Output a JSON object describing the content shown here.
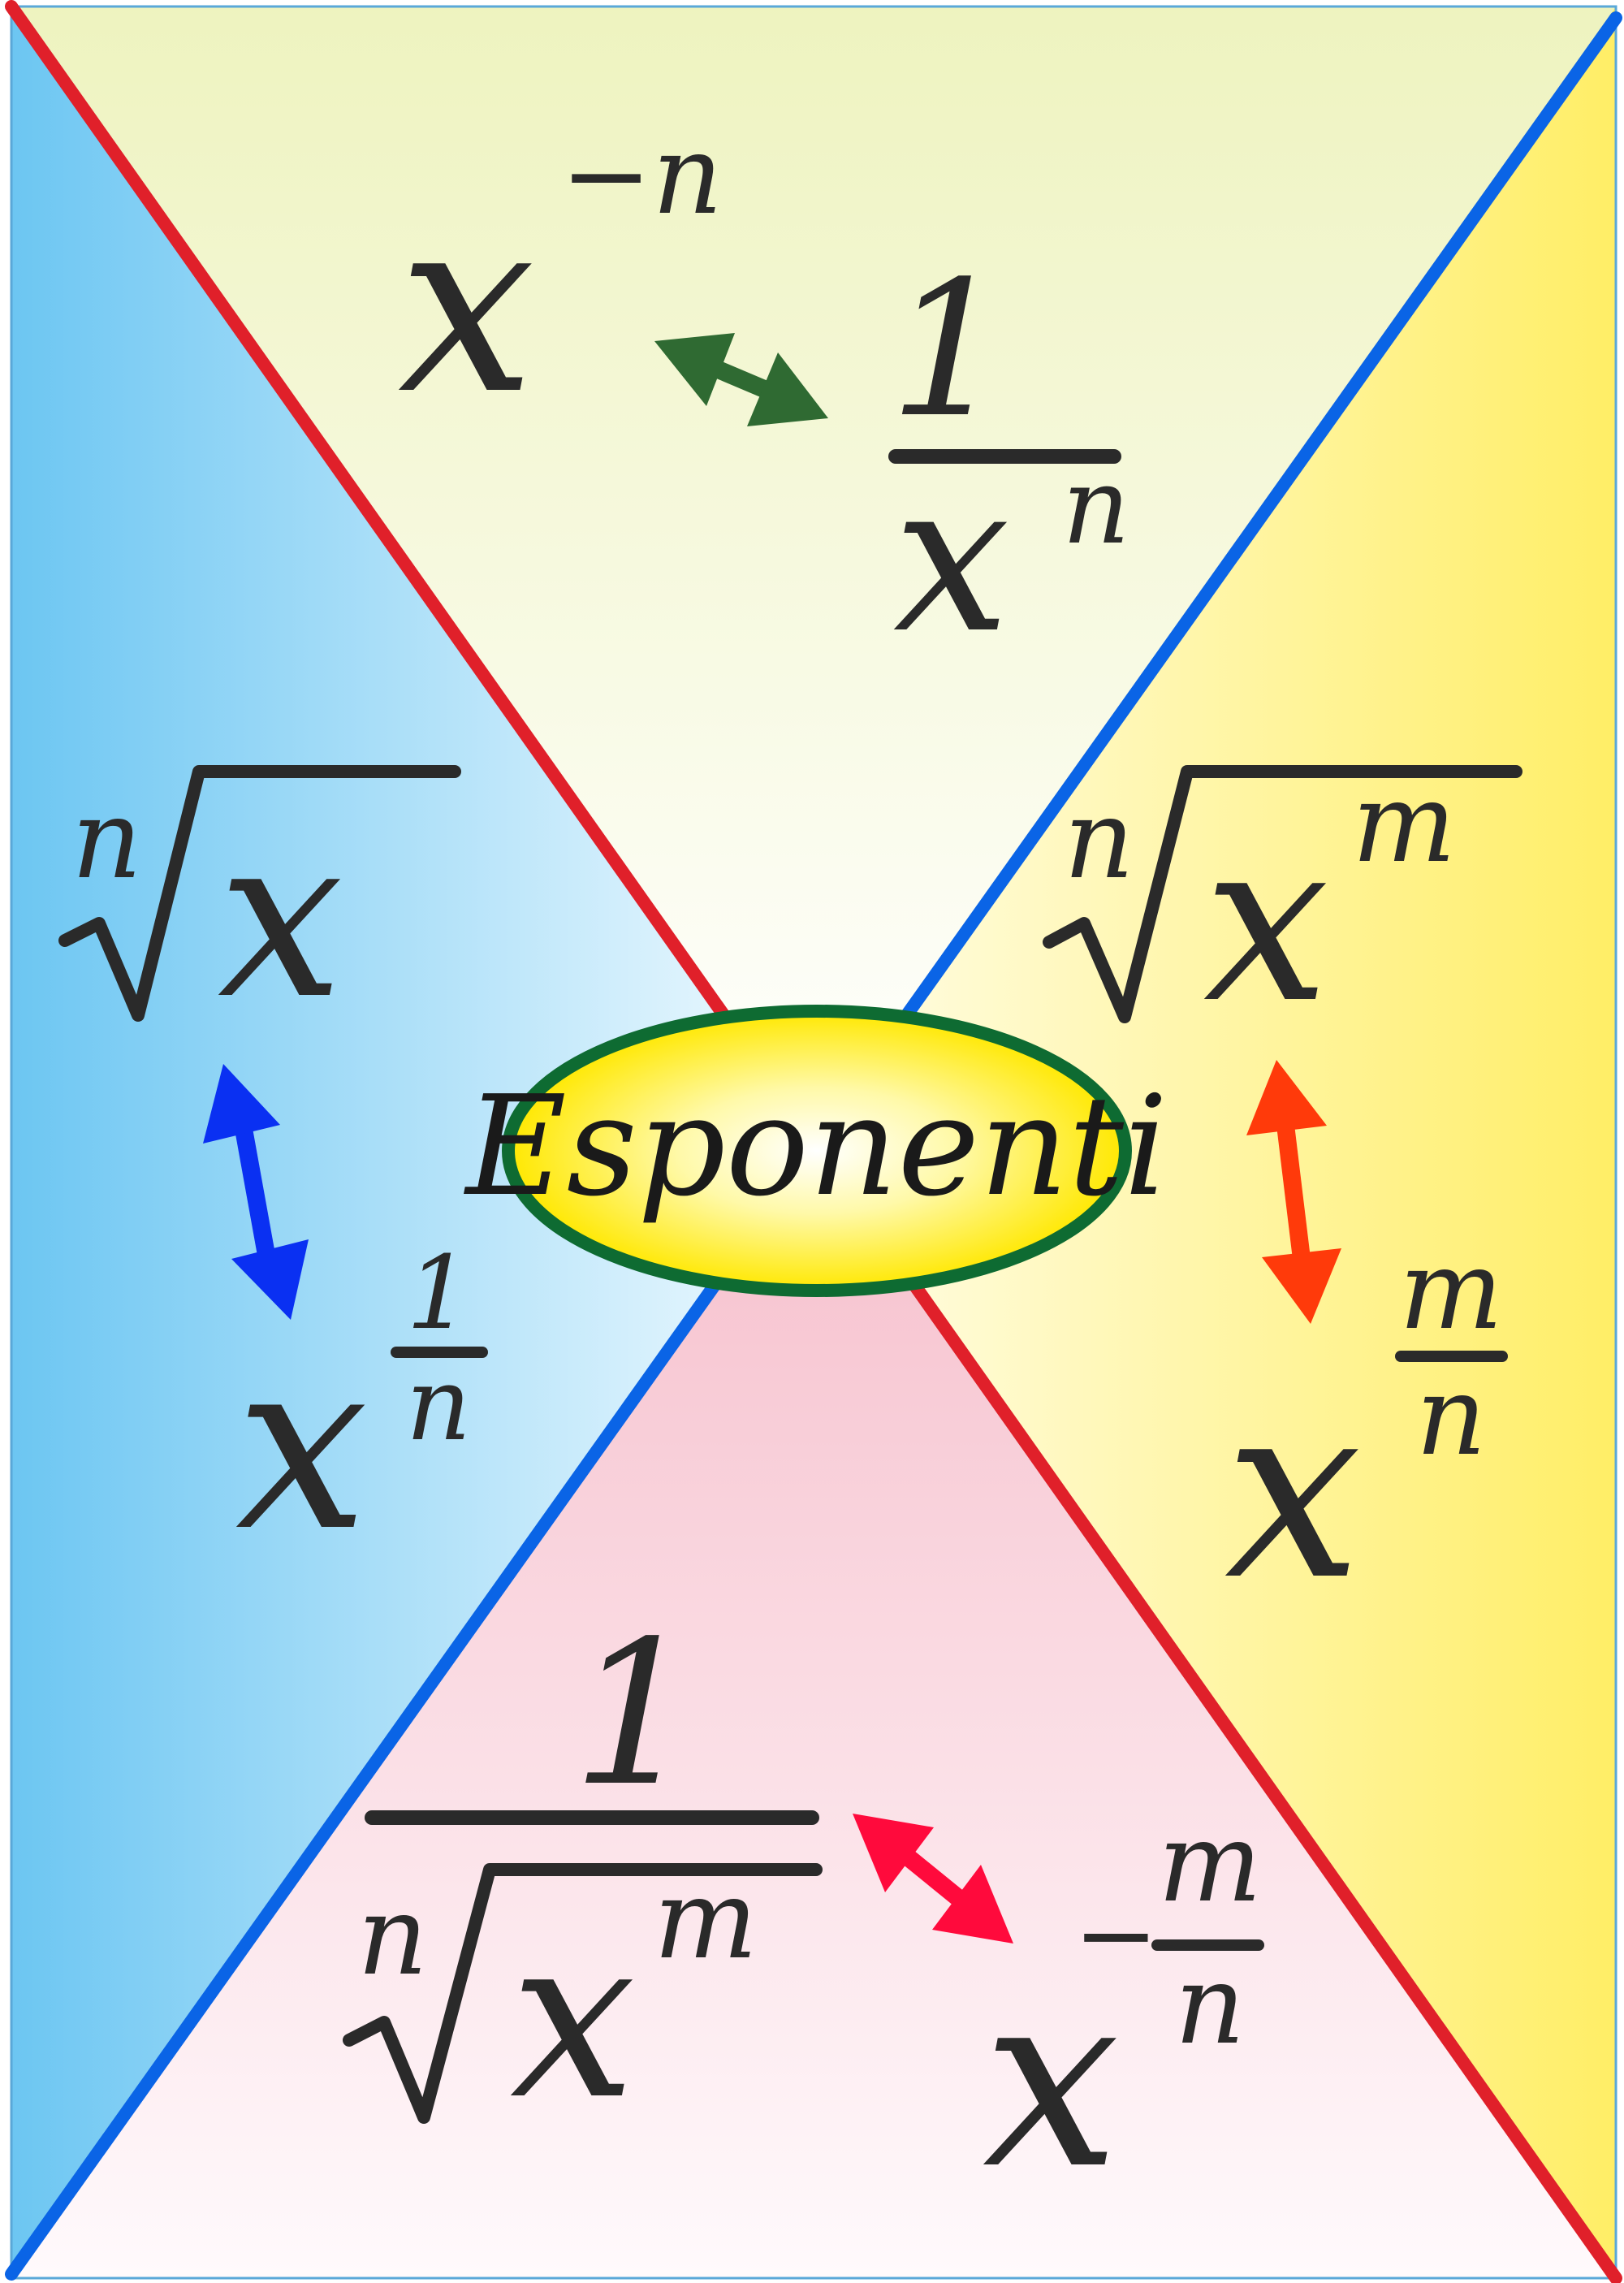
{
  "title": "Esponenti",
  "colors": {
    "top_region": "#f3f5c8",
    "left_region": "#7ccbf2",
    "right_region": "#fff27a",
    "bottom_region": "#f7c6d1",
    "red_diagonal": "#e0202a",
    "blue_diagonal": "#0a64e6",
    "title_ellipse_fill": "#ffe90a",
    "title_ellipse_stroke": "#0e6b32",
    "arrow_top": "#2f6a32",
    "arrow_left": "#0a30f2",
    "arrow_right": "#ff3a0a",
    "arrow_bottom": "#ff0a3c"
  },
  "sections": {
    "top": {
      "power_base": "x",
      "power_exponent": "−n",
      "frac_numerator": "1",
      "frac_den_base": "x",
      "frac_den_exponent": "n"
    },
    "left": {
      "root_index": "n",
      "root_radicand": "x",
      "power_base": "x",
      "exp_numerator": "1",
      "exp_denominator": "n"
    },
    "right": {
      "root_index": "n",
      "root_radicand_base": "x",
      "root_radicand_exponent": "m",
      "power_base": "x",
      "exp_numerator": "m",
      "exp_denominator": "n"
    },
    "bottom": {
      "frac_numerator": "1",
      "root_index": "n",
      "root_radicand_base": "x",
      "root_radicand_exponent": "m",
      "power_base": "x",
      "exp_sign": "−",
      "exp_numerator": "m",
      "exp_denominator": "n"
    }
  }
}
